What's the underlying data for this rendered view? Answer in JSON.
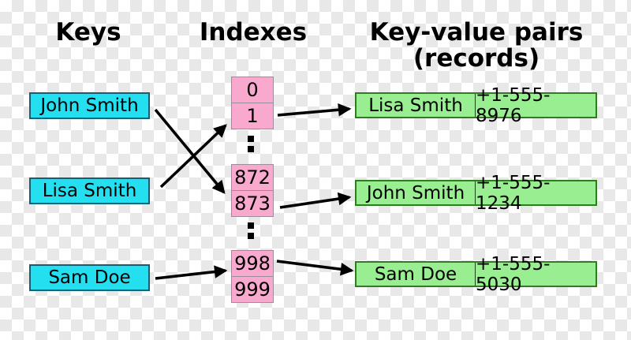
{
  "diagram": {
    "headers": {
      "keys": "Keys",
      "indexes": "Indexes",
      "records_line1": "Key-value pairs",
      "records_line2": "(records)"
    },
    "keys": [
      "John Smith",
      "Lisa Smith",
      "Sam Doe"
    ],
    "index_groups": [
      [
        "0",
        "1"
      ],
      [
        "872",
        "873"
      ],
      [
        "998",
        "999"
      ]
    ],
    "records": [
      {
        "name": "Lisa Smith",
        "phone": "+1-555-8976"
      },
      {
        "name": "John Smith",
        "phone": "+1-555-1234"
      },
      {
        "name": "Sam Doe",
        "phone": "+1-555-5030"
      }
    ],
    "icons": {
      "vertical_ellipsis": "⋮"
    },
    "colors": {
      "key_fill": "#24dff0",
      "key_border": "#0e6278",
      "index_fill": "#f9a8ce",
      "index_border": "#9c8d9c",
      "record_fill": "#98ee90",
      "record_border": "#2e7d1f",
      "record_divider": "#174a10",
      "arrow": "#000000",
      "checker_dark": "#e8e8e8"
    }
  }
}
